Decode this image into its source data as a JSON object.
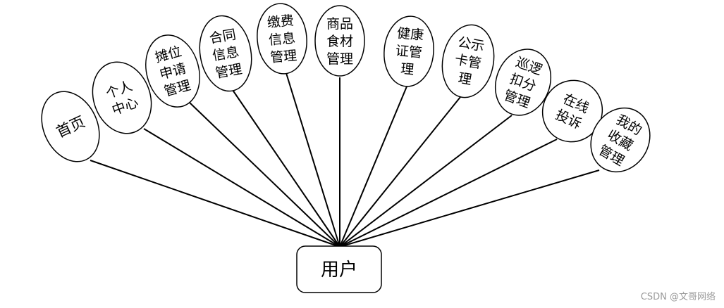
{
  "diagram": {
    "root": "用户",
    "nodes": [
      {
        "id": "n1",
        "lines": [
          "首页"
        ]
      },
      {
        "id": "n2",
        "lines": [
          "个人",
          "中心"
        ]
      },
      {
        "id": "n3",
        "lines": [
          "摊位",
          "申请",
          "管理"
        ]
      },
      {
        "id": "n4",
        "lines": [
          "合同",
          "信息",
          "管理"
        ]
      },
      {
        "id": "n5",
        "lines": [
          "缴费",
          "信息",
          "管理"
        ]
      },
      {
        "id": "n6",
        "lines": [
          "商品",
          "食材",
          "管理"
        ]
      },
      {
        "id": "n7",
        "lines": [
          "健康",
          "证管",
          "理"
        ]
      },
      {
        "id": "n8",
        "lines": [
          "公示",
          "卡管",
          "理"
        ]
      },
      {
        "id": "n9",
        "lines": [
          "巡逻",
          "扣分",
          "管理"
        ]
      },
      {
        "id": "n10",
        "lines": [
          "在线",
          "投诉"
        ]
      },
      {
        "id": "n11",
        "lines": [
          "我的",
          "收藏",
          "管理"
        ]
      }
    ],
    "edges": [
      [
        "用户",
        "n1"
      ],
      [
        "用户",
        "n2"
      ],
      [
        "用户",
        "n3"
      ],
      [
        "用户",
        "n4"
      ],
      [
        "用户",
        "n5"
      ],
      [
        "用户",
        "n6"
      ],
      [
        "用户",
        "n7"
      ],
      [
        "用户",
        "n8"
      ],
      [
        "用户",
        "n9"
      ],
      [
        "用户",
        "n10"
      ],
      [
        "用户",
        "n11"
      ]
    ]
  },
  "watermark": "CSDN @文哥网络"
}
